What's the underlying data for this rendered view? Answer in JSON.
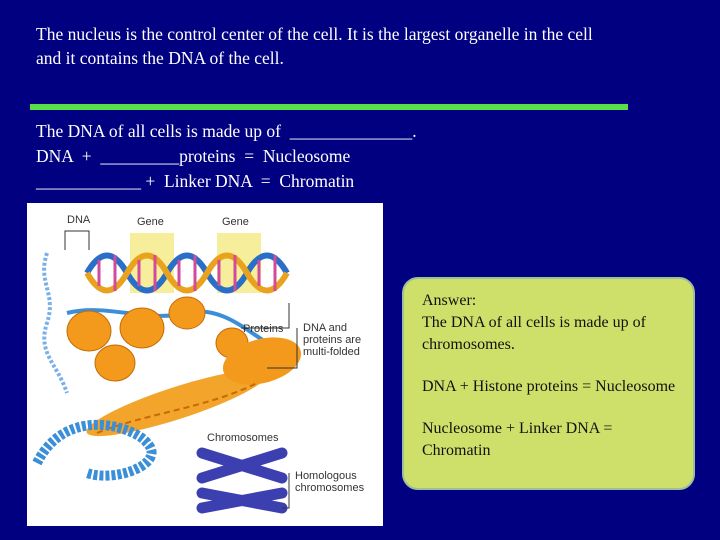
{
  "intro": {
    "line1": "The nucleus is the control center of the cell. It is the largest organelle in the cell",
    "line2": "and it contains the DNA of the cell."
  },
  "questions": {
    "q1": "The DNA of all cells is made up of  ______________.",
    "q2": "DNA  +  _________proteins  =  Nucleosome",
    "q3": "____________ +  Linker DNA  =  Chromatin"
  },
  "figure": {
    "labels": {
      "dna": "DNA",
      "gene1": "Gene",
      "gene2": "Gene",
      "proteins": "Proteins",
      "dna_and_proteins_1": "DNA and",
      "dna_and_proteins_2": "proteins are",
      "dna_and_proteins_3": "multi-folded",
      "chromosomes": "Chromosomes",
      "homologous_1": "Homologous",
      "homologous_2": "chromosomes"
    }
  },
  "answer": {
    "heading": "Answer:",
    "a1": "The DNA of all cells is made up of chromosomes.",
    "a2": "DNA  +  Histone proteins  =  Nucleosome",
    "a3": "Nucleosome  +  Linker DNA  =  Chromatin"
  },
  "colors": {
    "background": "#000080",
    "divider": "#57e04a",
    "answer_box": "#cfe06a",
    "gene_highlight": "#f6ee9a",
    "nucleosome": "#f39a1c",
    "strand": "#3a8fd8",
    "chromosome": "#3b3fb0"
  }
}
